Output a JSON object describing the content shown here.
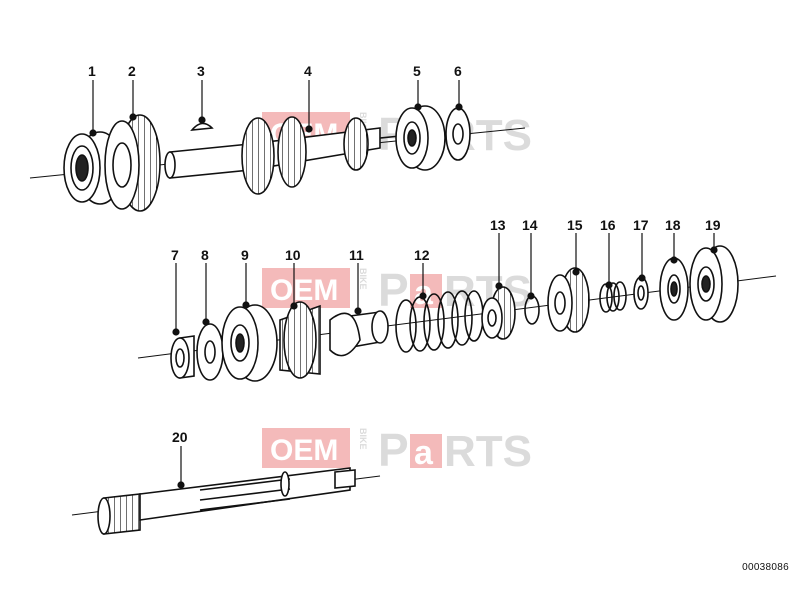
{
  "catalog_number": "00038086",
  "watermark": {
    "left": "OEM",
    "middle": "BIKE",
    "right_p": "P",
    "right_a": "a",
    "right_rest": "RTS"
  },
  "callouts": [
    "1",
    "2",
    "3",
    "4",
    "5",
    "6",
    "7",
    "8",
    "9",
    "10",
    "11",
    "12",
    "13",
    "14",
    "15",
    "16",
    "17",
    "18",
    "19",
    "20"
  ],
  "colors": {
    "line": "#111111",
    "watermark_red": "#e23b3b",
    "watermark_grey": "#9a9a9a"
  }
}
